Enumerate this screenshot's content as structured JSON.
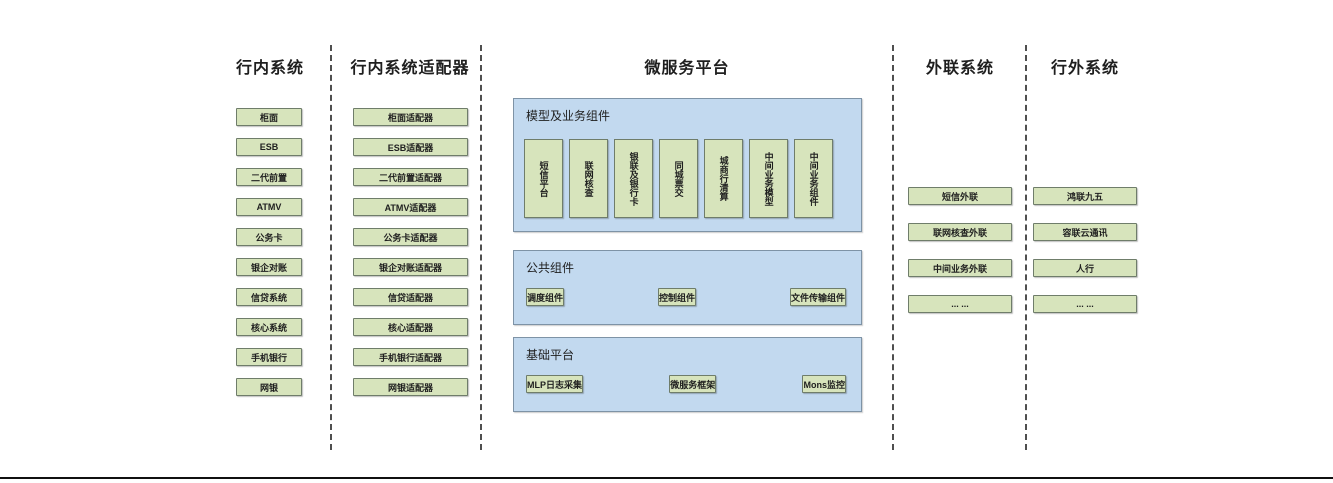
{
  "colors": {
    "green_fill": "#d7e4bc",
    "green_border": "#6f7d6a",
    "blue_fill": "#c2d9ef",
    "blue_border": "#7e93a6",
    "separator": "#4f4f4f",
    "text": "#1f1f1f",
    "rule": "#101010"
  },
  "headers": {
    "internal": "行内系统",
    "adapters": "行内系统适配器",
    "platform": "微服务平台",
    "outreach": "外联系统",
    "external": "行外系统"
  },
  "internal_systems": [
    "柜面",
    "ESB",
    "二代前置",
    "ATMV",
    "公务卡",
    "银企对账",
    "信贷系统",
    "核心系统",
    "手机银行",
    "网银"
  ],
  "adapter_systems": [
    "柜面适配器",
    "ESB适配器",
    "二代前置适配器",
    "ATMV适配器",
    "公务卡适配器",
    "银企对账适配器",
    "信贷适配器",
    "核心适配器",
    "手机银行适配器",
    "网银适配器"
  ],
  "platform": {
    "model_panel": {
      "title": "模型及业务组件",
      "items": [
        "短信平台",
        "联网核查",
        "银联及银行卡",
        "同城票交",
        "城商行清算",
        "中间业务模型",
        "中间业务组件"
      ]
    },
    "common_panel": {
      "title": "公共组件",
      "items": [
        "调度组件",
        "控制组件",
        "文件传输组件"
      ]
    },
    "base_panel": {
      "title": "基础平台",
      "items": [
        "MLP日志采集",
        "微服务框架",
        "Mons监控"
      ]
    }
  },
  "outreach_systems": [
    "短信外联",
    "联网核查外联",
    "中间业务外联",
    "... ..."
  ],
  "external_systems": [
    "鸿联九五",
    "容联云通讯",
    "人行",
    "... ..."
  ]
}
